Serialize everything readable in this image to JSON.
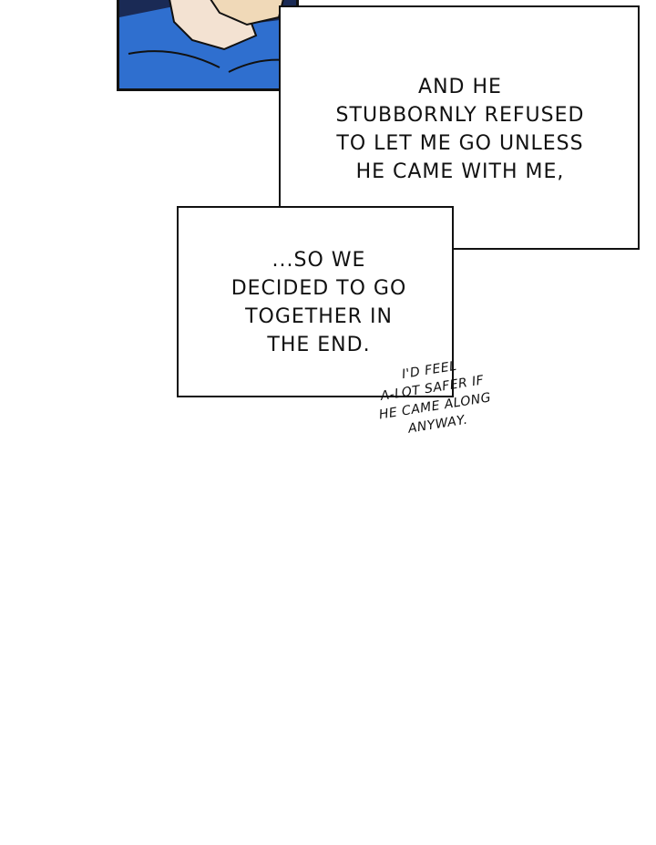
{
  "narration": {
    "top_text": "AND HE\nSTUBBORNLY REFUSED\nTO LET ME GO UNLESS\nHE CAME WITH ME,",
    "bottom_text": "...SO WE\nDECIDED TO GO\nTOGETHER IN\nTHE END."
  },
  "aside": {
    "text": "I'D FEEL\nA-LOT SAFER IF\nHE CAME ALONG\nANYWAY."
  },
  "colors": {
    "panel_blue": "#2f6fcf",
    "panel_dark": "#1a2a55",
    "skin": "#f3e2d2",
    "hair": "#f0d9b8",
    "ink": "#111111"
  }
}
